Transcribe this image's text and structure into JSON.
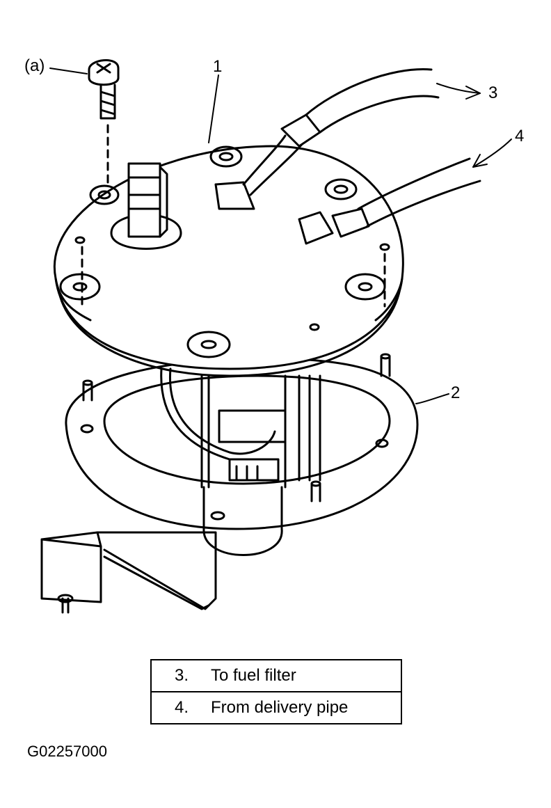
{
  "callouts": {
    "a": "(a)",
    "p1": "1",
    "p2": "2",
    "p3": "3",
    "p4": "4"
  },
  "legend": {
    "rows": [
      {
        "number": "3.",
        "text": "To fuel filter"
      },
      {
        "number": "4.",
        "text": "From delivery pipe"
      }
    ]
  },
  "figure_code": "G02257000",
  "colors": {
    "ink": "#000000",
    "paper": "#ffffff"
  }
}
